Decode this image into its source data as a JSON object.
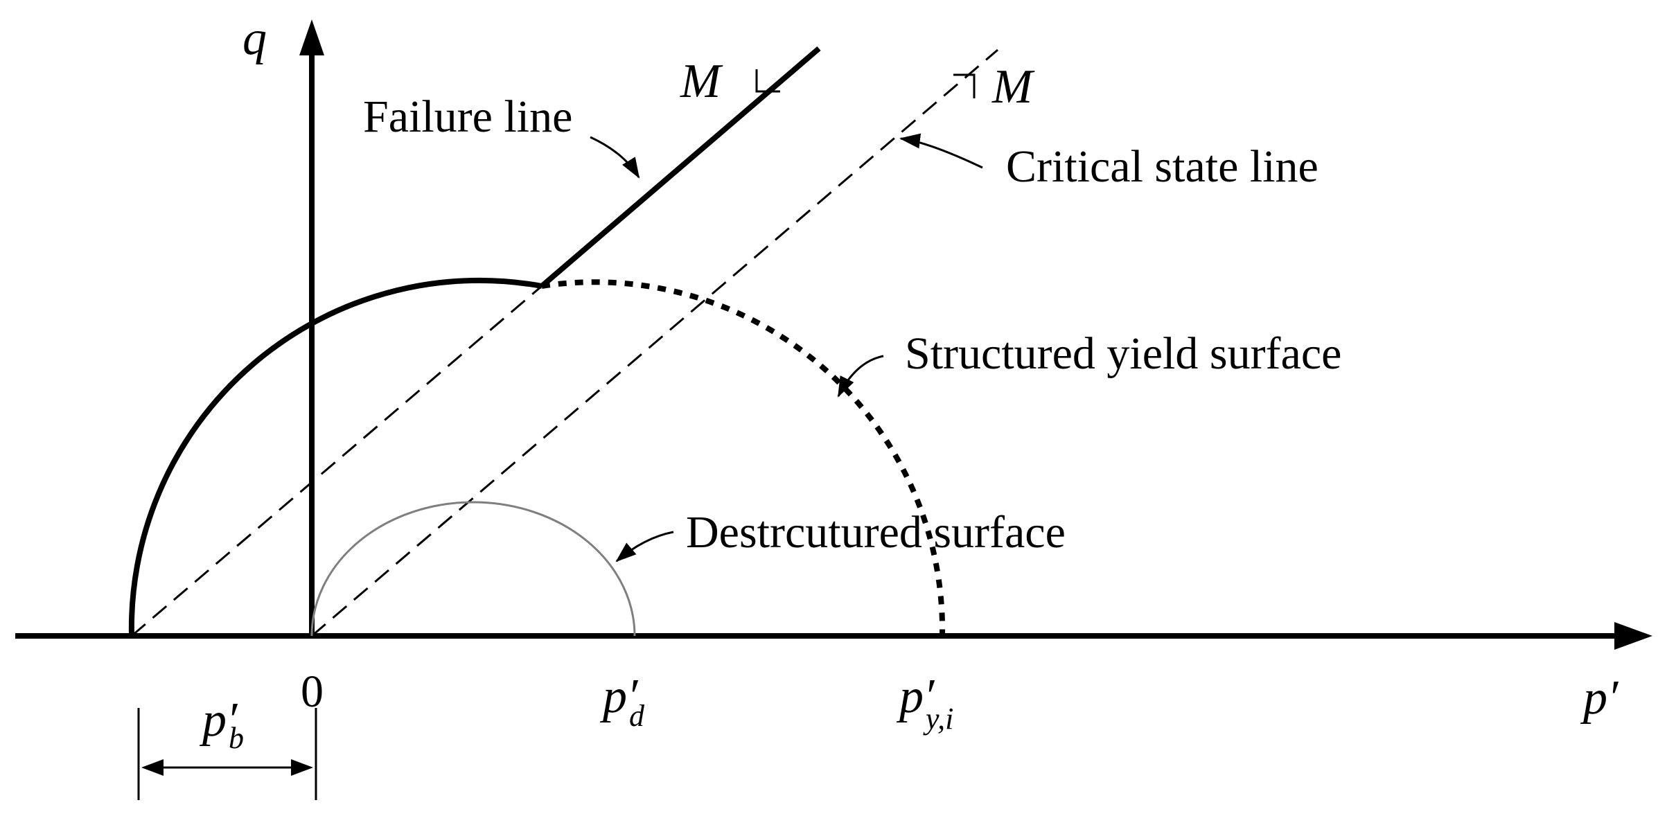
{
  "axes": {
    "y_label": "q",
    "x_label": "p′",
    "origin_label": "0"
  },
  "labels": {
    "failure_line": "Failure line",
    "critical_state_line": "Critical state line",
    "structured_yield_surface": "Structured yield surface",
    "destructured_surface": "Destrcutured surface",
    "slope_failure": "M",
    "slope_csl": "M"
  },
  "ticks": {
    "pd_main": "p′",
    "pd_sub": "d",
    "py_main": "p′",
    "py_sub": "y,i",
    "pb_main": "p′",
    "pb_sub": "b"
  },
  "colors": {
    "line": "#000000",
    "destructured": "#7f7f7f",
    "background": "#ffffff"
  }
}
